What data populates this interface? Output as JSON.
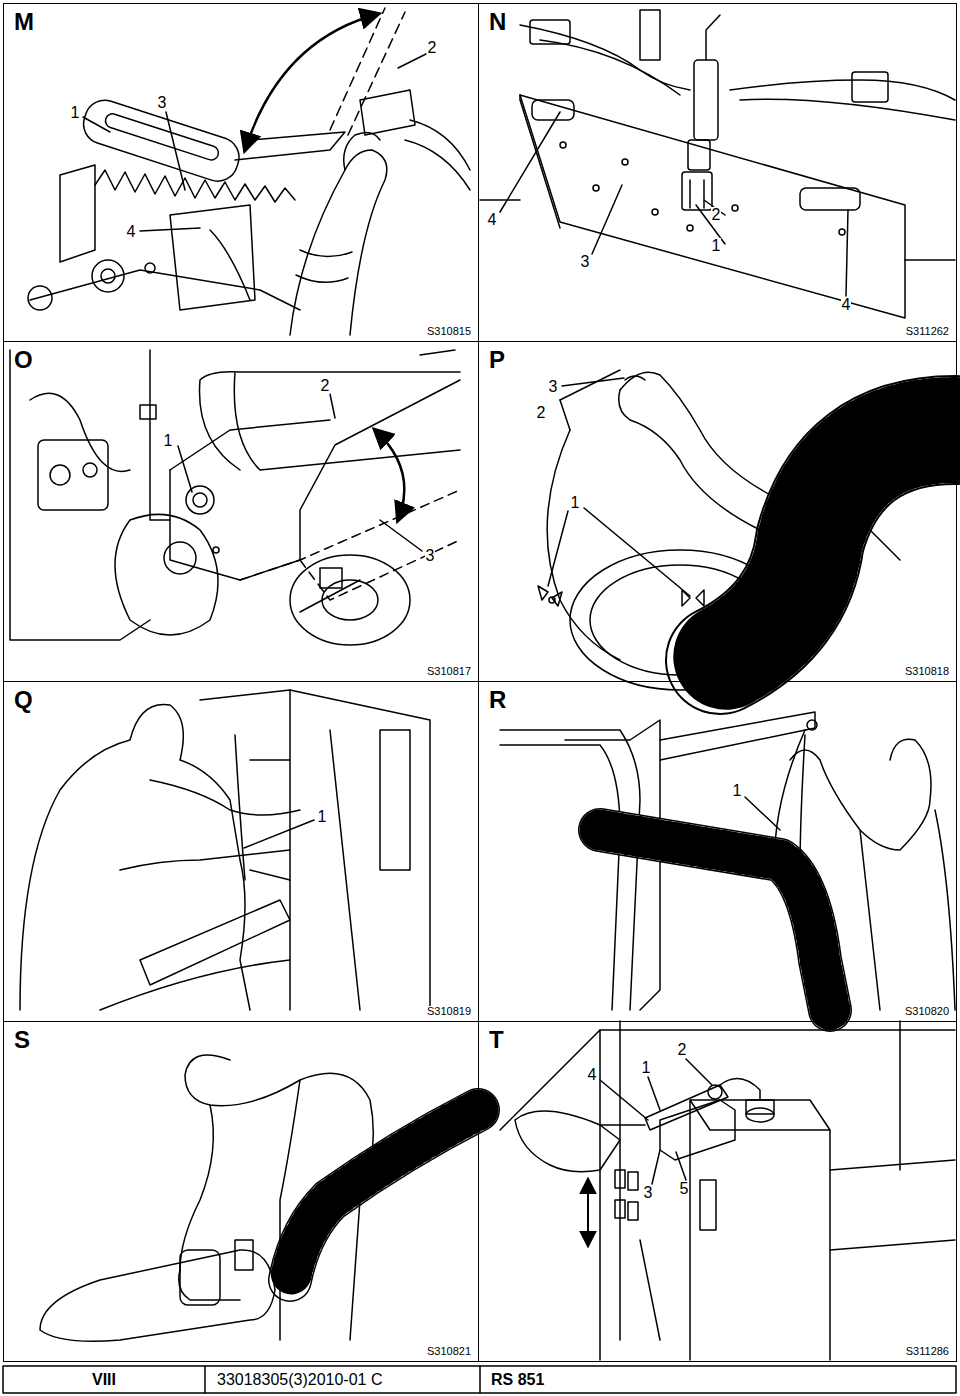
{
  "diagram": {
    "nodes": [
      {
        "text": [
          "M",
          "S310815"
        ]
      },
      {
        "text": [
          "N",
          "S311262"
        ]
      },
      {
        "text": [
          "O",
          "S310817"
        ]
      },
      {
        "text": [
          "P",
          "S310818"
        ]
      },
      {
        "text": [
          "Q",
          "S310819"
        ]
      },
      {
        "text": [
          "R",
          "S310820"
        ]
      },
      {
        "text": [
          "S",
          "S310821"
        ]
      },
      {
        "text": [
          "T",
          "S311286"
        ]
      }
    ],
    "labels": [
      "1",
      "3",
      "2",
      "4",
      "4",
      "2",
      "1",
      "3",
      "4",
      "2",
      "1",
      "3",
      "3",
      "2",
      "1",
      "1",
      "1",
      "4",
      "1",
      "2",
      "3",
      "5",
      "VIII",
      "33018305(3)2010-01 C",
      "RS 851"
    ]
  }
}
